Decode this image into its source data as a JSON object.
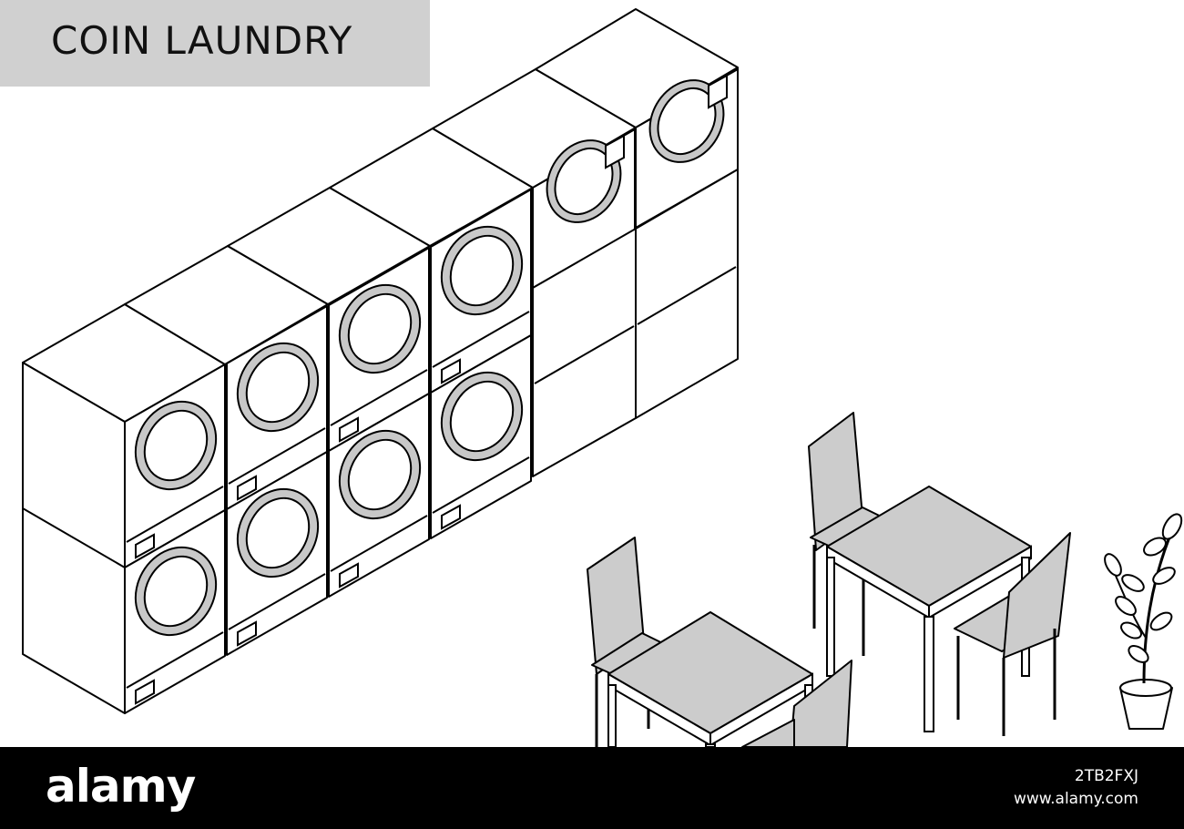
{
  "caption": {
    "title": "COIN LAUNDRY"
  },
  "watermark": {
    "logo_text": "alamy",
    "image_id": "2TB2FXJ",
    "url": "www.alamy.com"
  },
  "scene": {
    "washer_ring_color": "#c8c8c8",
    "furniture_fill_color": "#cccccc",
    "line_color": "#000000",
    "caption_background": "#d0d0d0",
    "footer_background": "#000000"
  }
}
